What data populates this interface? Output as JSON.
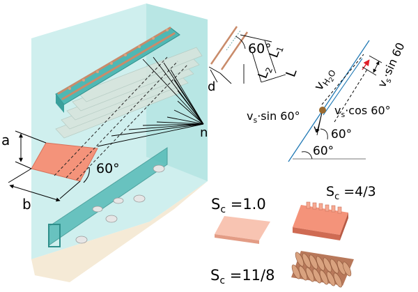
{
  "labels": {
    "a": "a",
    "b": "b",
    "angle_tilt": "60°",
    "n": "n",
    "d": "d",
    "zoom_angle": "60°",
    "L1": "L1",
    "L2": "L2",
    "L": "L",
    "v_h2o_main": "v",
    "v_h2o_sub": "H2O",
    "vs_sin_right": "vs·sin 60",
    "vs_sin_left": "vs·sin 60°",
    "vs_cos": "vs·cos 60°",
    "v_small": "v",
    "angle_mid": "60°",
    "angle_low": "60°",
    "sc1": "Sc = 1.0",
    "sc2": "Sc = 4/3",
    "sc3": "Sc = 11/8"
  },
  "colors": {
    "tank": "#bfe9e8",
    "tank_edge": "#8fd1cf",
    "tank_bottom": "#f3e6cf",
    "plate": "#f4937a",
    "electrode": "#4fb8b4",
    "copper": "#c98b6a",
    "flow_line": "#1f78b4",
    "particle": "#9a6a2f",
    "arrow_red": "#e0202a"
  }
}
